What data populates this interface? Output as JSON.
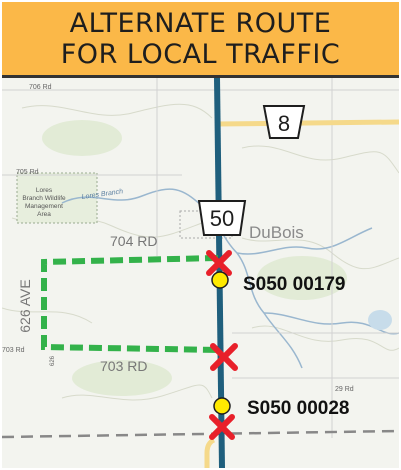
{
  "header": {
    "line1": "ALTERNATE ROUTE",
    "line2": "FOR LOCAL TRAFFIC",
    "background": "#fbb848"
  },
  "map": {
    "route_shields": {
      "highway_8": "8",
      "highway_50": "50"
    },
    "town": "DuBois",
    "roads": {
      "rd_706": "706 Rd",
      "rd_705": "705 Rd",
      "rd_704": "704 RD",
      "rd_703_small": "703 Rd",
      "rd_703": "703 RD",
      "ave_626": "626 AVE",
      "ave_626_small": "626",
      "rd_29": "29 Rd"
    },
    "features": {
      "wildlife_area": [
        "Lores",
        "Branch Wildlife",
        "Management",
        "Area"
      ],
      "creek": "Lores Branch"
    },
    "bridges": [
      {
        "id": "S050 00179",
        "label": "S050 00179"
      },
      {
        "id": "S050 00028",
        "label": "S050 00028"
      }
    ],
    "colors": {
      "highway": "#1f5f7d",
      "detour": "#33b24a",
      "closure": "#e8202a",
      "bridge_marker": "#ffea00",
      "state_road": "#f5d98a",
      "county_line": "#888888"
    },
    "icons": {
      "closure": "red-x-icon",
      "bridge": "yellow-circle-icon"
    }
  }
}
